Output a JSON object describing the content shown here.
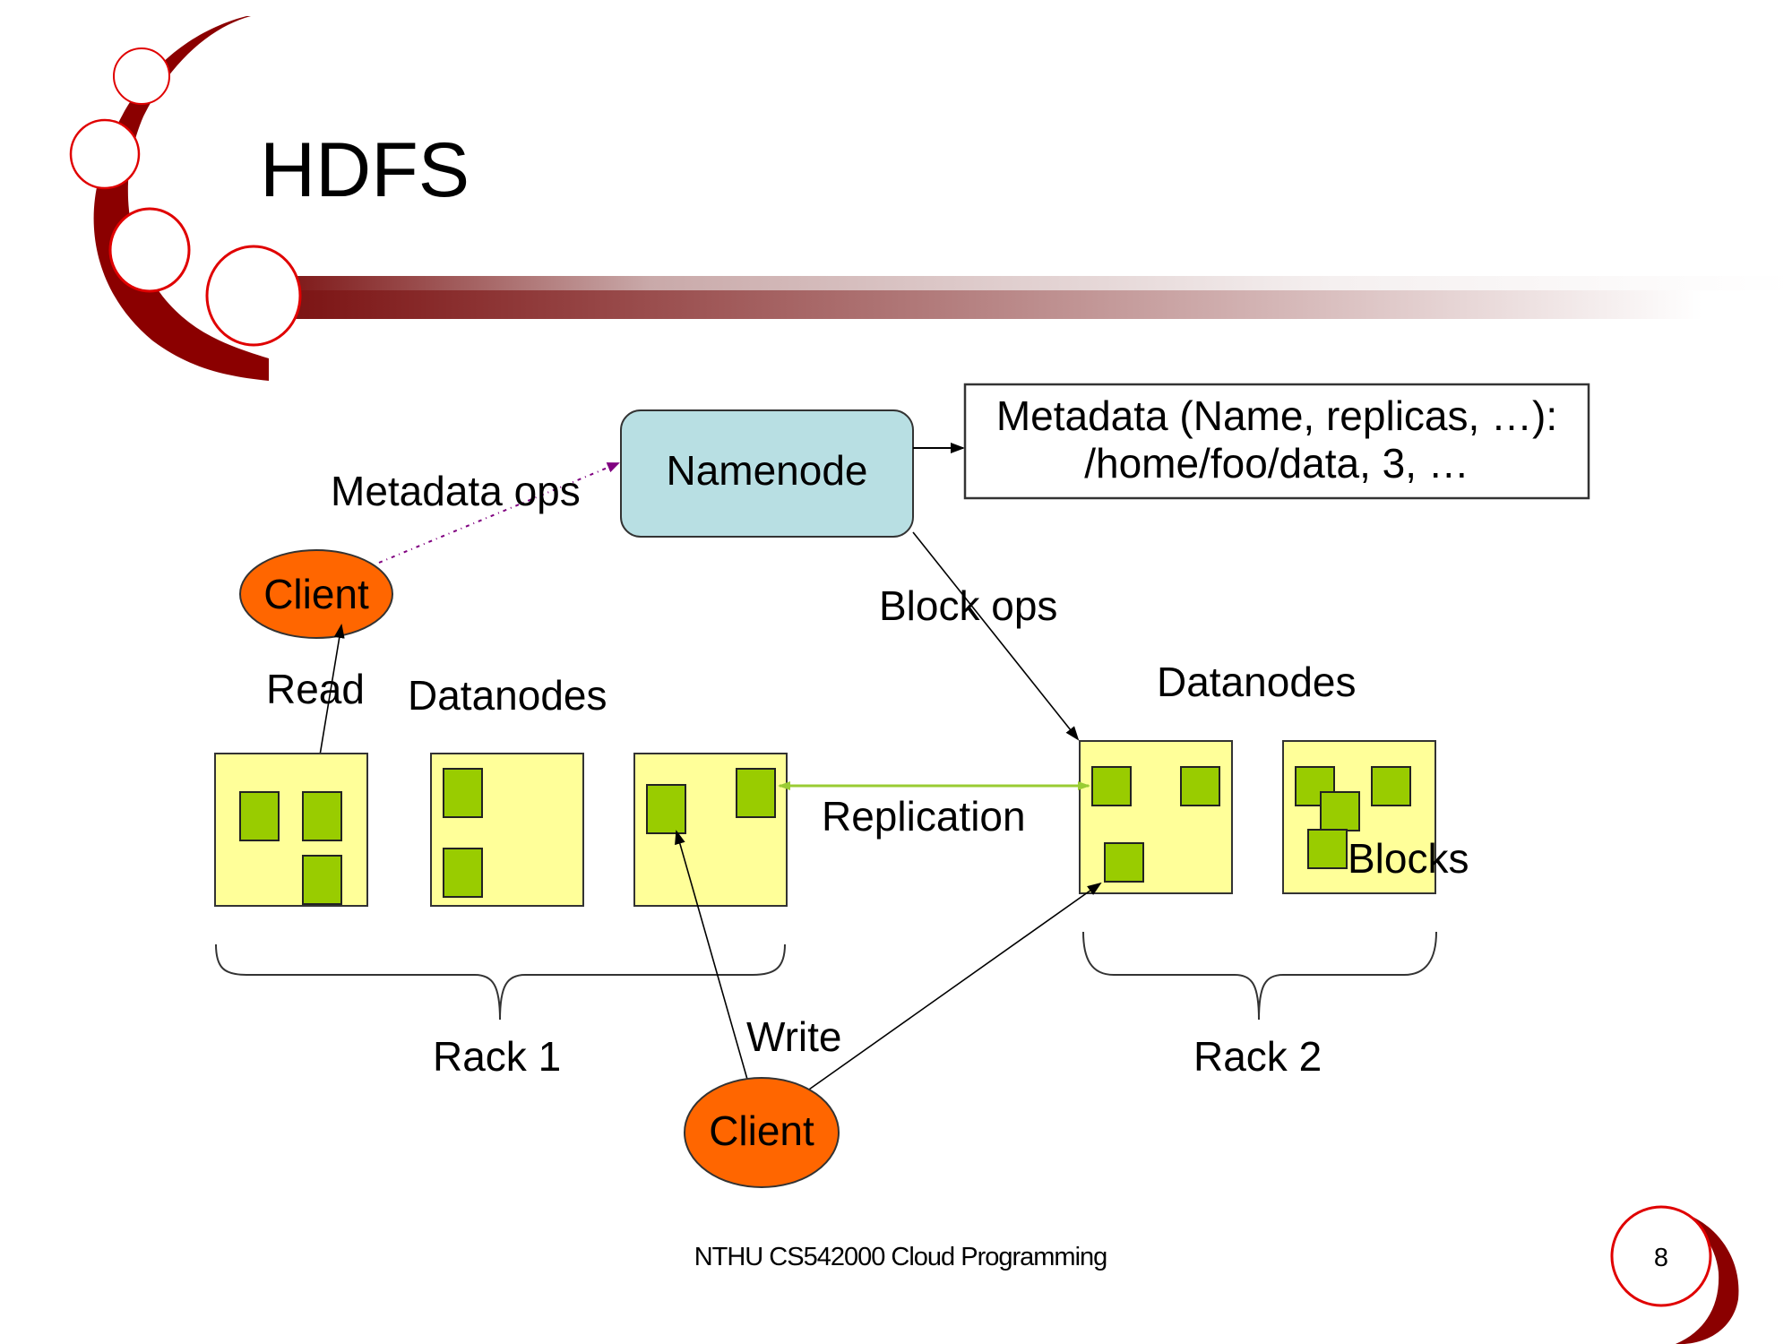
{
  "slide": {
    "title": "HDFS",
    "footer": "NTHU CS542000 Cloud Programming",
    "page_number": "8"
  },
  "diagram": {
    "namenode": {
      "label": "Namenode",
      "fill": "#b8dfe3"
    },
    "metadata_box": {
      "line1": "Metadata (Name, replicas, …):",
      "line2": "/home/foo/data, 3, …"
    },
    "labels": {
      "metadata_ops": "Metadata ops",
      "block_ops": "Block ops",
      "read": "Read",
      "write": "Write",
      "replication": "Replication",
      "blocks": "Blocks",
      "datanodes_left": "Datanodes",
      "datanodes_right": "Datanodes",
      "rack1": "Rack 1",
      "rack2": "Rack 2"
    },
    "clients": [
      {
        "label": "Client"
      },
      {
        "label": "Client"
      }
    ],
    "racks": [
      {
        "name": "Rack 1",
        "datanodes": [
          {
            "blocks": 3
          },
          {
            "blocks": 2
          },
          {
            "blocks": 2
          }
        ]
      },
      {
        "name": "Rack 2",
        "datanodes": [
          {
            "blocks": 3
          },
          {
            "blocks": 4
          }
        ]
      }
    ],
    "colors": {
      "client": "#ff6600",
      "datanode": "#ffff99",
      "block": "#99cc00",
      "metadata_ops_arrow": "#800080",
      "replication_arrow": "#99cc33",
      "theme_dark_red": "#8b0000",
      "theme_red": "#e60000"
    }
  }
}
